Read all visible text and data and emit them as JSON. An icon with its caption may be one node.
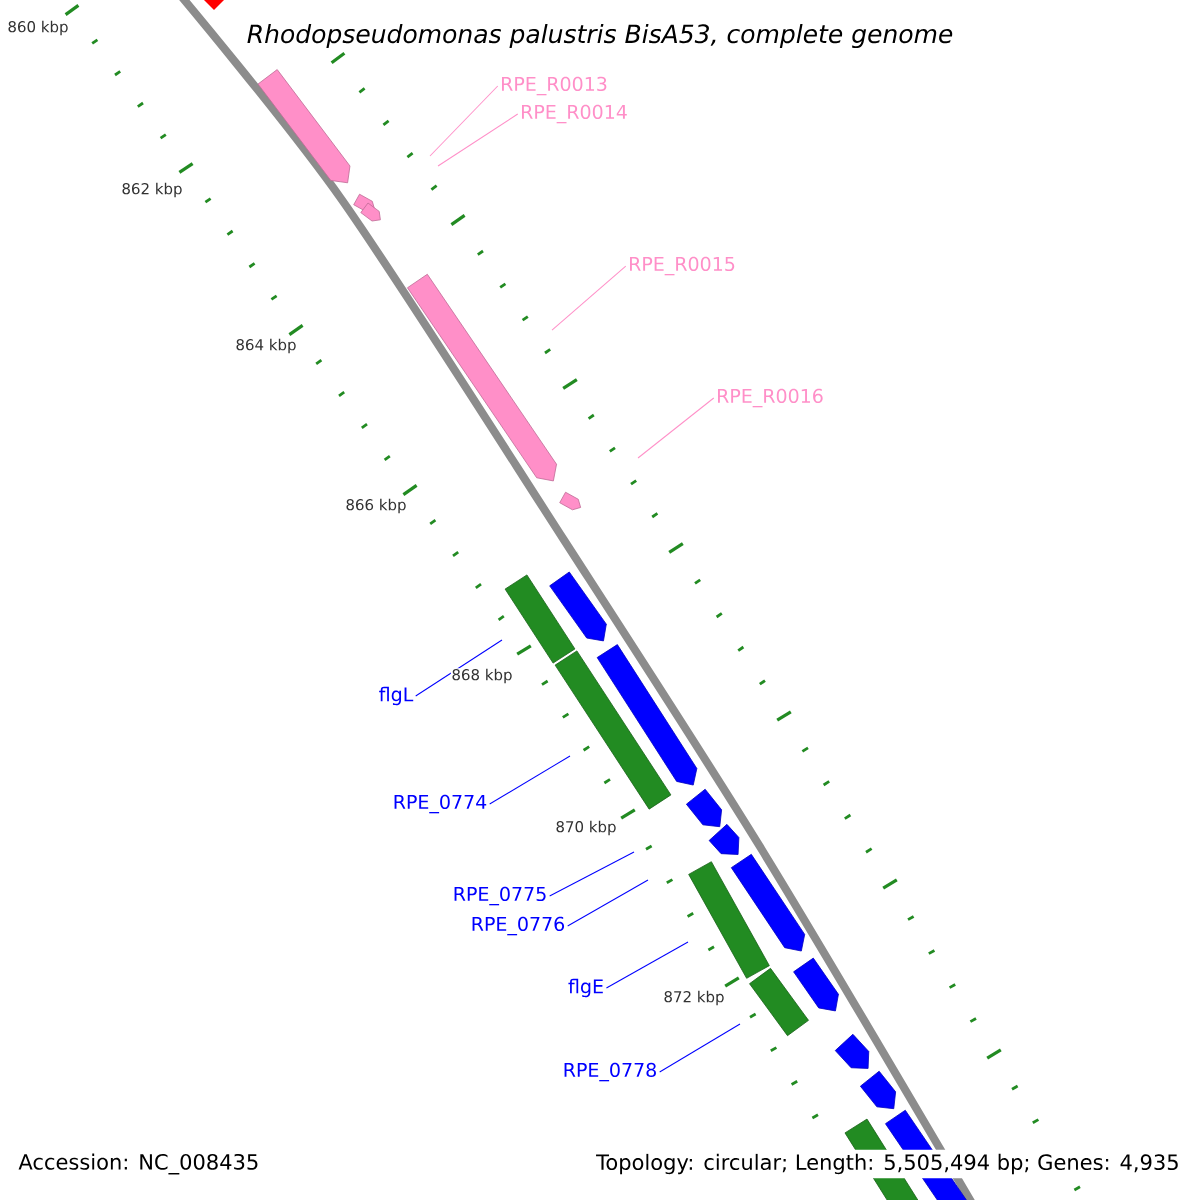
{
  "diagram": {
    "title": "*Rhodopseudomonas palustris BisA53, complete genome*",
    "nodes": [
      {
        "text": [
          "RPE_R0013"
        ]
      },
      {
        "text": [
          "RPE_R0014"
        ]
      },
      {
        "text": [
          "RPE_R0015"
        ]
      },
      {
        "text": [
          "RPE_R0016"
        ]
      },
      {
        "text": [
          "flgL"
        ]
      },
      {
        "text": [
          "RPE_0774"
        ]
      },
      {
        "text": [
          "RPE_0775"
        ]
      },
      {
        "text": [
          "RPE_0776"
        ]
      },
      {
        "text": [
          "flgE"
        ]
      },
      {
        "text": [
          "RPE_0778"
        ]
      }
    ],
    "edges": [
      {
        "from": 0,
        "to": null,
        "arrow": "none",
        "color": "#ff8fc8"
      },
      {
        "from": 1,
        "to": null,
        "arrow": "none",
        "color": "#ff8fc8"
      },
      {
        "from": 2,
        "to": null,
        "arrow": "none",
        "color": "#ff8fc8"
      },
      {
        "from": 3,
        "to": null,
        "arrow": "none",
        "color": "#ff8fc8"
      },
      {
        "from": 4,
        "to": null,
        "arrow": "none"
      },
      {
        "from": 5,
        "to": null,
        "arrow": "none"
      },
      {
        "from": 6,
        "to": null,
        "arrow": "none"
      },
      {
        "from": 7,
        "to": null,
        "arrow": "none"
      },
      {
        "from": 8,
        "to": null,
        "arrow": "none"
      },
      {
        "from": 9,
        "to": null,
        "arrow": "none"
      }
    ],
    "labels": [
      "860 kbp",
      "862 kbp",
      "864 kbp",
      "866 kbp",
      "868 kbp",
      "870 kbp",
      "872 kbp",
      "Accession: NC_008435",
      "Topology: circular; Length: 5,505,494 bp; Genes: 4,935"
    ]
  }
}
